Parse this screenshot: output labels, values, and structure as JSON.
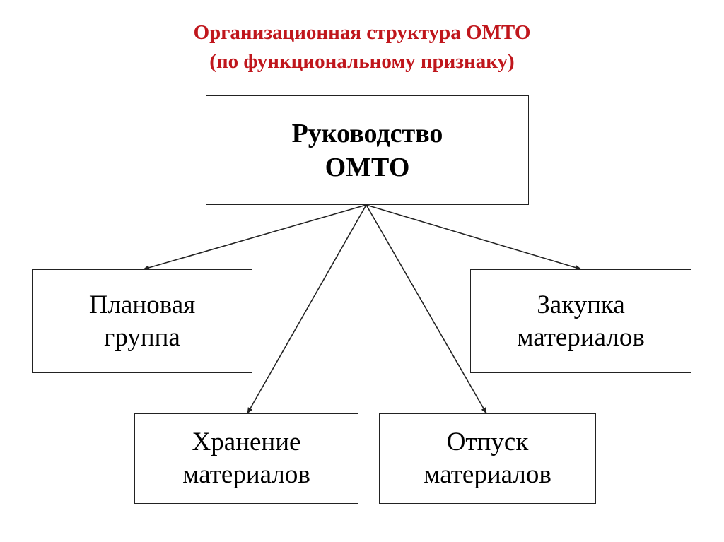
{
  "title": {
    "line1": "Организационная структура ОМТО",
    "line2": "(по функциональному признаку)"
  },
  "nodes": {
    "root": {
      "line1": "Руководство",
      "line2": "ОМТО"
    },
    "planning": {
      "line1": "Плановая",
      "line2": "группа"
    },
    "purchasing": {
      "line1": "Закупка",
      "line2": "материалов"
    },
    "storage": {
      "line1": "Хранение",
      "line2": "материалов"
    },
    "release": {
      "line1": "Отпуск",
      "line2": "материалов"
    }
  },
  "colors": {
    "title": "#c0161c",
    "lines": "#222222"
  }
}
